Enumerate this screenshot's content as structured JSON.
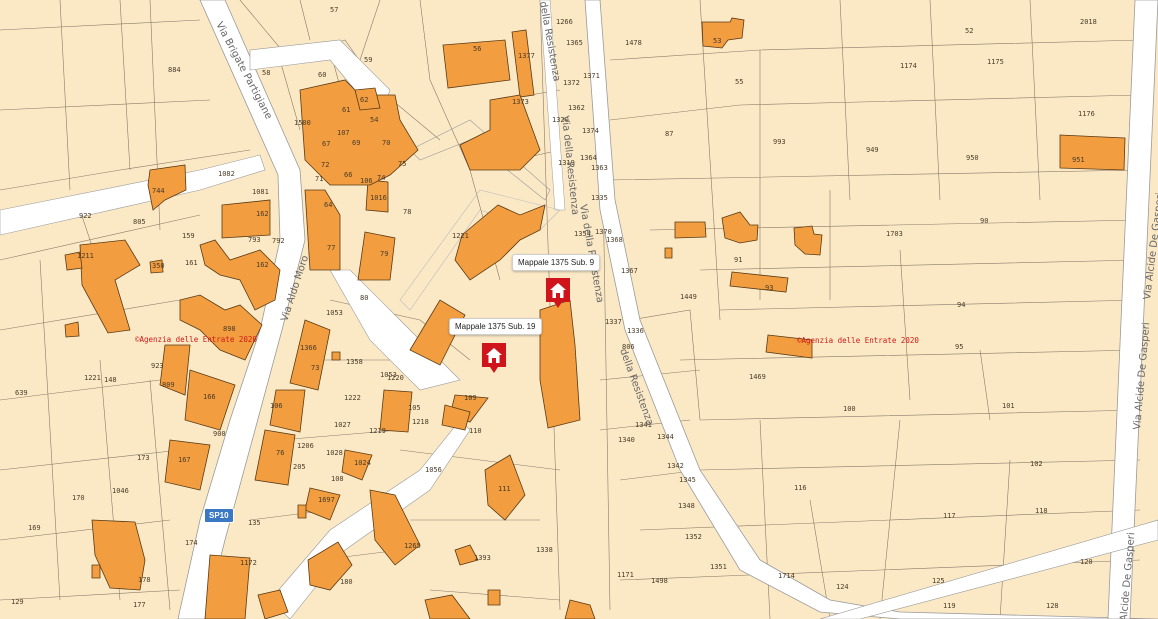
{
  "streets": {
    "brigate": "Via Brigate Partigiane",
    "aldo_moro": "Via Aldo Moro",
    "resistenza_1": "della Resistenza",
    "resistenza_2": "Via della Resistenza",
    "resistenza_3": "Via della Resistenza",
    "resistenza_4": "della Resistenza",
    "degasperi_1": "Via Alcide De Gasperi",
    "degasperi_2": "Via Alcide De Gasperi",
    "degasperi_3": "Via Alcide De Gasperi",
    "sp10": "SP10"
  },
  "markers": {
    "sub9": "Mappale 1375 Sub. 9",
    "sub19": "Mappale 1375 Sub. 19",
    "color": "#d0141c"
  },
  "copyright": "©Agenzia delle Entrate 2020",
  "parcels": [
    "1266",
    "1365",
    "1478",
    "52",
    "2018",
    "884",
    "58",
    "57",
    "60",
    "59",
    "56",
    "1377",
    "1372",
    "1371",
    "53",
    "55",
    "1174",
    "1175",
    "61",
    "62",
    "1500",
    "107",
    "54",
    "69",
    "70",
    "67",
    "75",
    "66",
    "72",
    "71",
    "1373",
    "1362",
    "1320",
    "1374",
    "87",
    "993",
    "949",
    "950",
    "951",
    "1176",
    "1082",
    "744",
    "1081",
    "106",
    "74",
    "1016",
    "64",
    "78",
    "1364",
    "1363",
    "1319",
    "1335",
    "162",
    "922",
    "805",
    "159",
    "161",
    "793",
    "792",
    "77",
    "79",
    "1221",
    "1354",
    "1370",
    "1368",
    "90",
    "1703",
    "1211",
    "350",
    "162",
    "1367",
    "91",
    "93",
    "1449",
    "94",
    "95",
    "1469",
    "80",
    "1053",
    "1358",
    "1337",
    "1336",
    "806",
    "898",
    "923",
    "148",
    "1221",
    "1053",
    "1222",
    "1220",
    "73",
    "1366",
    "100",
    "101",
    "639",
    "809",
    "105",
    "166",
    "106",
    "109",
    "1027",
    "1219",
    "1218",
    "110",
    "1340",
    "1344",
    "1341",
    "900",
    "173",
    "1206",
    "1028",
    "1024",
    "1056",
    "167",
    "76",
    "205",
    "1342",
    "1345",
    "102",
    "116",
    "117",
    "118",
    "170",
    "1046",
    "108",
    "1697",
    "111",
    "169",
    "1348",
    "1352",
    "1351",
    "135",
    "174",
    "1338",
    "1393",
    "120",
    "1172",
    "178",
    "180",
    "1265",
    "1171",
    "1498",
    "1714",
    "124",
    "125",
    "119",
    "128",
    "129",
    "177"
  ]
}
